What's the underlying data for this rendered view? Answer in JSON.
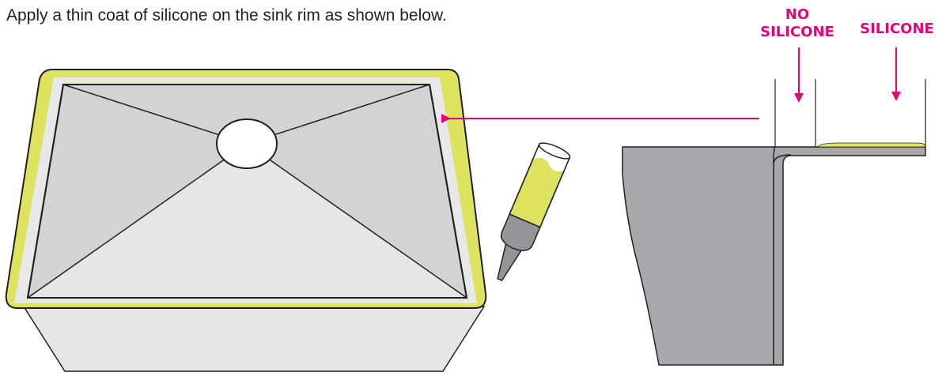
{
  "instruction": "Apply a thin coat of silicone on the sink rim as shown below.",
  "callouts": {
    "no_silicone_line1": "NO",
    "no_silicone_line2": "SILICONE",
    "silicone": "SILICONE"
  },
  "colors": {
    "callout": "#e6007e",
    "silicone": "#dde35e",
    "sink_rim": "#e7e8ea",
    "sink_interior": "#d1d3d5",
    "sink_side": "#e5e6e8",
    "section_profile": "#a6a8ab",
    "cartridge_nozzle": "#939598",
    "outline": "#231f20"
  },
  "icons": {
    "arrow": "arrow-left-icon",
    "down_arrows": "arrow-down-icon",
    "tube": "caulk-tube-icon"
  }
}
